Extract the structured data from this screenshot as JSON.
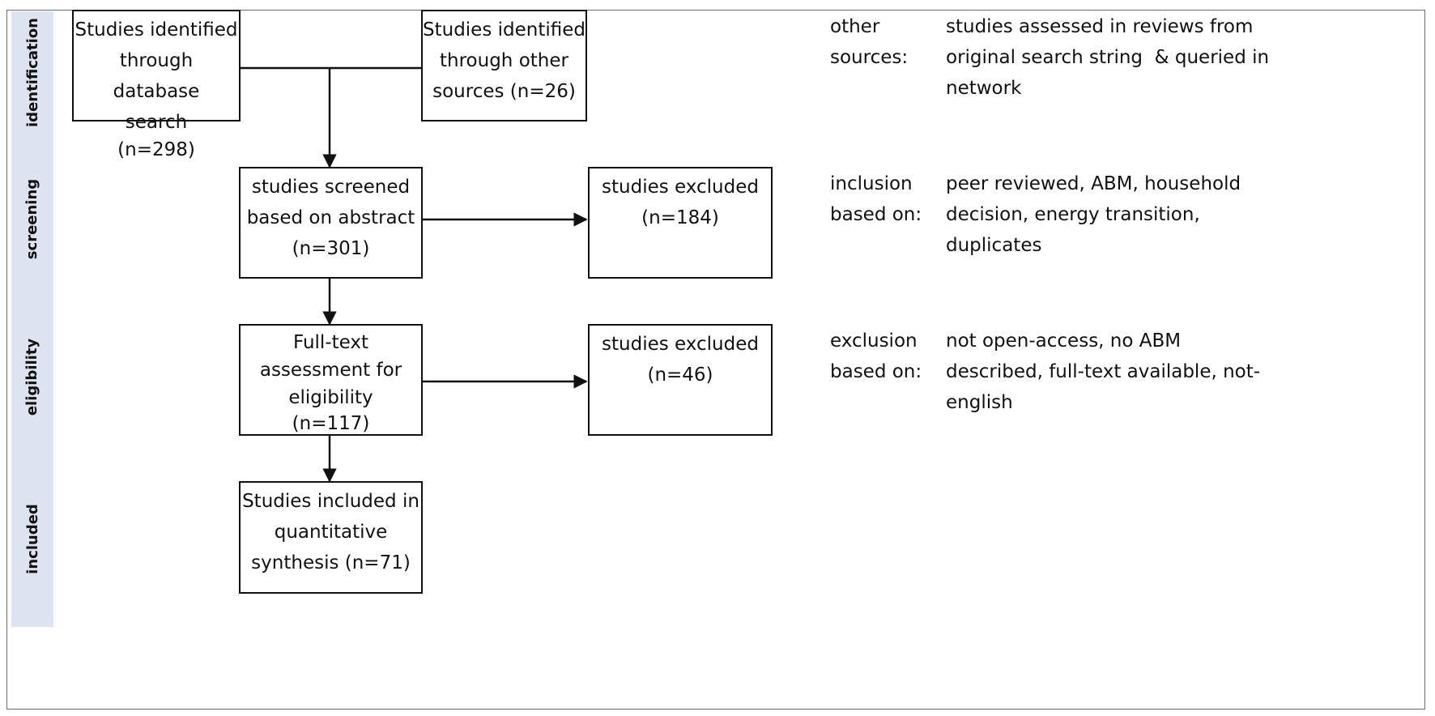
{
  "stages": [
    {
      "id": "identification",
      "label": "identification"
    },
    {
      "id": "screening",
      "label": "screening"
    },
    {
      "id": "eligibility",
      "label": "eligibility"
    },
    {
      "id": "included",
      "label": "included"
    }
  ],
  "boxes": {
    "database_search": {
      "lines": [
        "Studies identified",
        "through database",
        "search",
        "(n=298)"
      ]
    },
    "other_sources": {
      "lines": [
        "Studies identified",
        "through other",
        "sources (n=26)"
      ]
    },
    "screened": {
      "lines": [
        "studies screened",
        "based on abstract",
        "(n=301)"
      ]
    },
    "excluded_screening": {
      "lines": [
        "studies excluded",
        "(n=184)"
      ]
    },
    "full_text": {
      "lines": [
        "Full-text",
        "assessment for",
        "eligibility",
        "(n=117)"
      ]
    },
    "excluded_eligibility": {
      "lines": [
        "studies excluded",
        "(n=46)"
      ]
    },
    "included": {
      "lines": [
        "Studies included in",
        "quantitative",
        "synthesis (n=71)"
      ]
    }
  },
  "notes": [
    {
      "id": "other-sources",
      "label_lines": [
        "other",
        "sources:"
      ],
      "text_lines": [
        "studies assessed in reviews from",
        "original search string  & queried in",
        "network"
      ]
    },
    {
      "id": "inclusion",
      "label_lines": [
        "inclusion",
        "based on:"
      ],
      "text_lines": [
        "peer reviewed, ABM, household",
        "decision, energy transition,",
        "duplicates"
      ]
    },
    {
      "id": "exclusion",
      "label_lines": [
        "exclusion",
        "based on:"
      ],
      "text_lines": [
        "not open-access, no ABM",
        "described, full-text available, not-",
        "english"
      ]
    }
  ]
}
